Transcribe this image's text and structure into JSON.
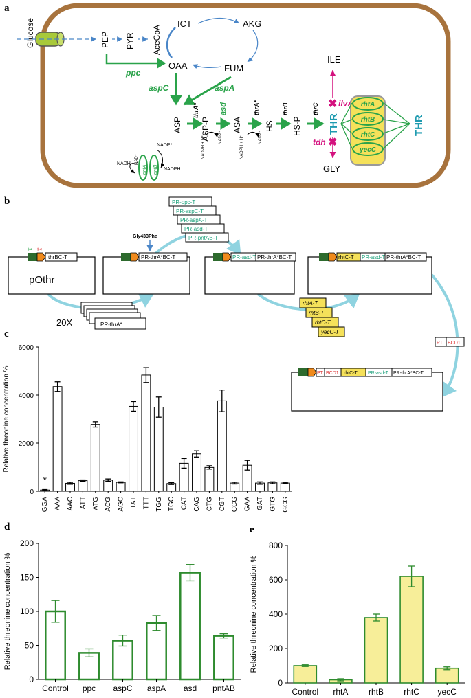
{
  "panels": {
    "a": "a",
    "b": "b",
    "c": "c",
    "d": "d",
    "e": "e"
  },
  "colors": {
    "cell": "#a8733d",
    "green": "#2aa34a",
    "magenta": "#d4127f",
    "teal": "#1f9bb0",
    "blue": "#4a86c8",
    "yellow": "#f5e15a",
    "lime": "#a8c93a",
    "bar_d_edge": "#2e8b2e",
    "bar_e_fill": "#f7ee99",
    "bar_e_edge": "#2e8b2e",
    "orange": "#f08a1c",
    "cyan_arrow": "#8fd3e0"
  },
  "panel_a": {
    "glucose": "Glucose",
    "pep": "PEP",
    "pyr": "PYR",
    "acecoa": "AceCoA",
    "ict": "ICT",
    "akg": "AKG",
    "oaa": "OAA",
    "fum": "FUM",
    "ppc": "ppc",
    "aspC": "aspC",
    "aspA": "aspA",
    "asp": "ASP",
    "thrA1": "thrA*",
    "asp_p": "ASP-P",
    "asd": "asd",
    "asa": "ASA",
    "thrA2": "thrA*",
    "hs": "HS",
    "thrB": "thrB",
    "hs_p": "HS-P",
    "thrC": "thrC",
    "thr": "THR",
    "thr_out": "THR",
    "ile": "ILE",
    "ilvA": "ilvA",
    "tdh": "tdh",
    "gly": "GLY",
    "nadph_h1": "NADPH + H⁺",
    "nadp1": "NADP⁺",
    "nadph_h2": "NADPH + H⁺",
    "nadp2": "NADP⁺",
    "nad": "NAD⁺",
    "nadh": "NADH",
    "nadp3": "NADP⁺",
    "nadph": "NADPH",
    "pntA": "pntA",
    "pntB": "pntB",
    "exporters": [
      "rhtA",
      "rhtB",
      "rhtC",
      "yecC"
    ]
  },
  "panel_b": {
    "plasmid1_label": "pOthr",
    "p1_gene": "thrBC-T",
    "mutation": "Gly433Phe",
    "p2_gene": "PR-thrA*BC-T",
    "library_count": "20X",
    "library_label": "PR-thrA*",
    "stack1": [
      "PR-ppc-T",
      "PR-aspC-T",
      "PR-aspA-T",
      "PR-asd-T",
      "PR-pntAB-T"
    ],
    "p3_genes": [
      "PR-asd-T",
      "PR-thrA*BC-T"
    ],
    "stack2": [
      "rhtA-T",
      "rhtB-T",
      "rhtC-T",
      "yecC-T"
    ],
    "p4_genes": [
      "rhtC-T",
      "PR-asd-T",
      "PR-thrA*BC-T"
    ],
    "pt": "PT",
    "bcd1": "BCD1",
    "p5_genes": [
      "PT",
      "BCD1",
      "rhtC-T",
      "PR-asd-T",
      "PR-thrA*BC-T"
    ]
  },
  "chart_data": [
    {
      "panel": "c",
      "type": "bar",
      "ylabel": "Relative threonine concentration %",
      "ylim": [
        0,
        6000
      ],
      "yticks": [
        0,
        2000,
        4000,
        6000
      ],
      "categories": [
        "GGA",
        "AAA",
        "AAC",
        "ATT",
        "ATG",
        "ACG",
        "AGC",
        "TAT",
        "TTT",
        "TGG",
        "TGC",
        "CAT",
        "CAG",
        "CTG",
        "CGT",
        "CCG",
        "GAA",
        "GAT",
        "GTG",
        "GCG"
      ],
      "values": [
        50,
        4350,
        330,
        440,
        2780,
        460,
        370,
        3530,
        4830,
        3500,
        320,
        1160,
        1550,
        990,
        3760,
        340,
        1080,
        340,
        350,
        340
      ],
      "errors": [
        20,
        200,
        40,
        30,
        110,
        50,
        20,
        200,
        310,
        420,
        40,
        200,
        130,
        70,
        450,
        40,
        200,
        50,
        40,
        30
      ],
      "annotation": "*"
    },
    {
      "panel": "d",
      "type": "bar",
      "ylabel": "Relative threonine concentration %",
      "ylim": [
        0,
        200
      ],
      "yticks": [
        0,
        50,
        100,
        150,
        200
      ],
      "categories": [
        "Control",
        "ppc",
        "aspC",
        "aspA",
        "asd",
        "pntAB"
      ],
      "values": [
        100,
        39,
        57,
        83,
        157,
        64
      ],
      "errors": [
        16,
        6,
        8,
        11,
        12,
        3
      ]
    },
    {
      "panel": "e",
      "type": "bar",
      "ylabel": "Relative threonine concentration %",
      "ylim": [
        0,
        800
      ],
      "yticks": [
        0,
        200,
        400,
        600,
        800
      ],
      "categories": [
        "Control",
        "rhtA",
        "rhtB",
        "rhtC",
        "yecC"
      ],
      "values": [
        100,
        18,
        380,
        620,
        85
      ],
      "errors": [
        5,
        6,
        20,
        60,
        8
      ]
    }
  ]
}
